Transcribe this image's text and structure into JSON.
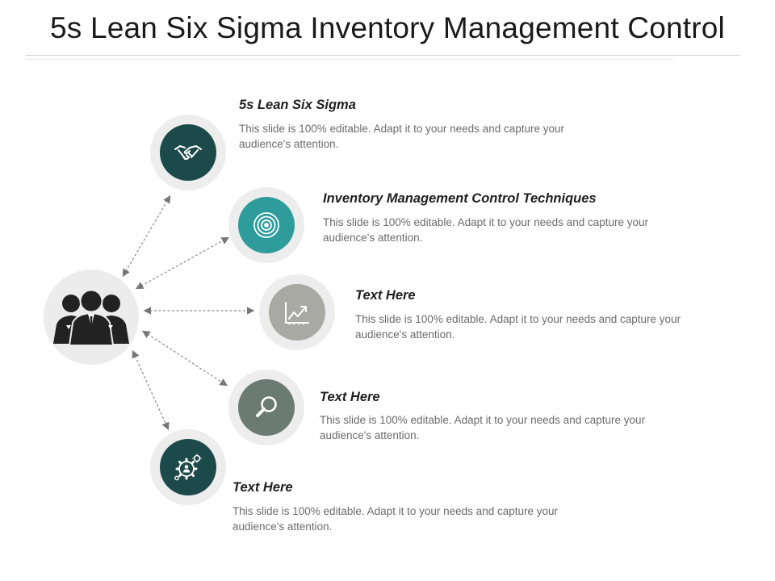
{
  "slide": {
    "title": "5s Lean Six Sigma Inventory Management Control"
  },
  "hub": {
    "icon": "people-group-icon"
  },
  "items": [
    {
      "heading": "5s Lean Six Sigma",
      "body": "This slide is 100% editable. Adapt it to your needs and capture your audience's attention.",
      "icon": "handshake-icon",
      "color": "#1c4a4a"
    },
    {
      "heading": "Inventory Management Control Techniques",
      "body": "This slide is 100% editable. Adapt it to your needs and capture your audience's attention.",
      "icon": "target-icon",
      "color": "#2e9c9a"
    },
    {
      "heading": "Text Here",
      "body": "This slide is 100% editable. Adapt it to your needs and capture your audience's attention.",
      "icon": "growth-chart-icon",
      "color": "#a9a9a3"
    },
    {
      "heading": "Text Here",
      "body": "This slide is 100% editable. Adapt it to your needs and capture your audience's attention.",
      "icon": "magnifier-icon",
      "color": "#6b7b74"
    },
    {
      "heading": "Text Here",
      "body": "This slide is 100% editable. Adapt it to your needs and capture your audience's attention.",
      "icon": "gear-user-icon",
      "color": "#1c4a4a"
    }
  ]
}
